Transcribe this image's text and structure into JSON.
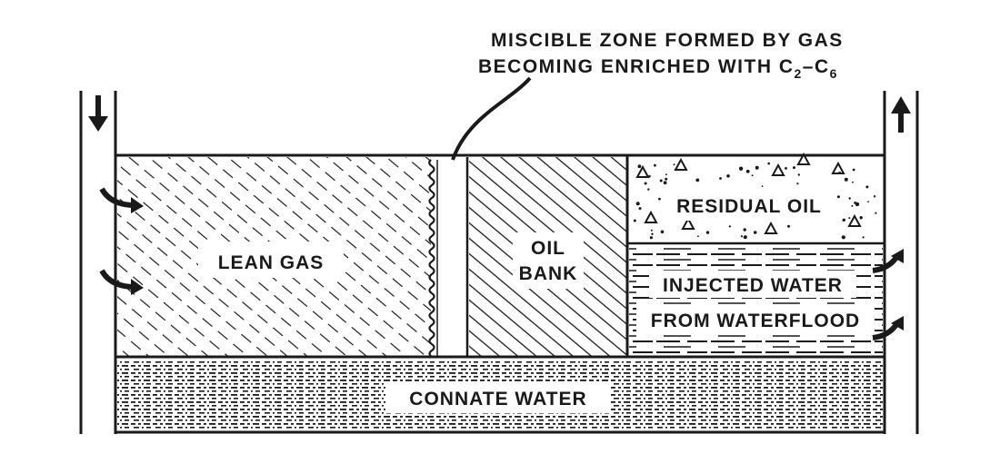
{
  "caption": {
    "line1": "MISCIBLE ZONE FORMED BY GAS",
    "line2_prefix": "BECOMING ENRICHED WITH C",
    "line2_sub1": "2",
    "line2_dash": "–C",
    "line2_sub2": "6"
  },
  "zones": {
    "lean_gas": "LEAN GAS",
    "oil_bank_line1": "OIL",
    "oil_bank_line2": "BANK",
    "residual_oil": "RESIDUAL OIL",
    "injected_water_line1": "INJECTED WATER",
    "injected_water_line2": "FROM WATERFLOOD",
    "connate_water": "CONNATE WATER"
  },
  "colors": {
    "ink": "#1a1a1a",
    "background": "#ffffff"
  }
}
